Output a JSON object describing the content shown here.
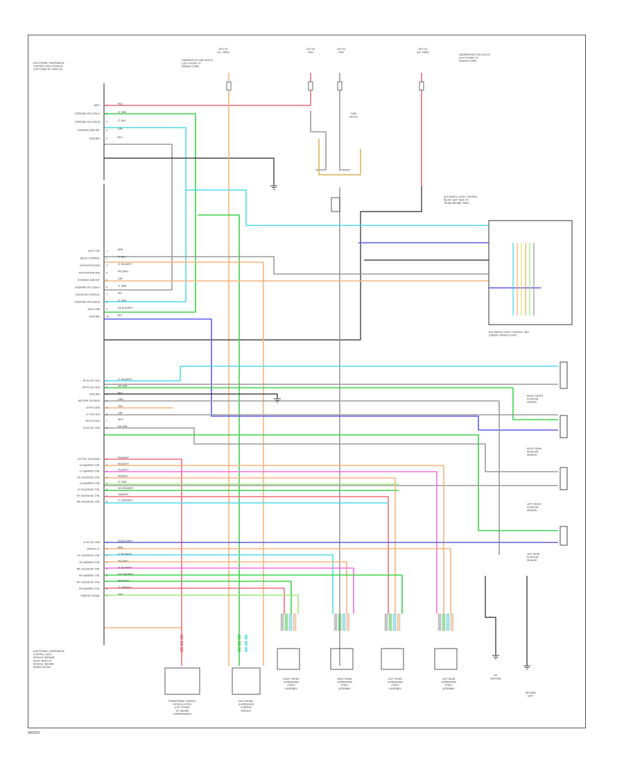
{
  "diagram": {
    "title_lines": [
      "ELECTRONIC SUSPENSION",
      "CONTROL (ESC) MODULE",
      "(LEFT REAR OF VEHICLE)"
    ],
    "module_bottom_label": [
      "ELECTRONIC SUSPENSION",
      "CONTROL (ESC)",
      "MODULE (BEHIND",
      "RIGHT REAR OF",
      "VEHICLE; BEHIND",
      "WHEELHOUSE)"
    ],
    "esc_top_pins": [
      {
        "label": "BATT",
        "wire": "RED"
      },
      {
        "label": "STEERING POS SEN A",
        "wire": "LT GRN"
      },
      {
        "label": "STEERING POS SEN B",
        "wire": "LT BLU"
      },
      {
        "label": "STEERING SEN REF",
        "wire": "GRY"
      },
      {
        "label": "GROUND",
        "wire": "BLK"
      }
    ],
    "esc_mid_pins": [
      {
        "label": "SLIP CTRL",
        "wire": "BRN"
      },
      {
        "label": "RELAY CONTROL",
        "wire": "LT BLU"
      },
      {
        "label": "LR POSITION SEN",
        "wire": "LT BLU/WHT"
      },
      {
        "label": "RR POSITION SEN",
        "wire": "PPL/WHT"
      },
      {
        "label": "STEERING SEN RET",
        "wire": "GRY"
      },
      {
        "label": "STEERING POS SEN A",
        "wire": "LT GRN"
      },
      {
        "label": "SOLENOID CONTROL",
        "wire": "PPL"
      },
      {
        "label": "STEERING POS SEN B",
        "wire": "LT GRN"
      },
      {
        "label": "DATA LINK",
        "wire": "DK BLU/WHT"
      },
      {
        "label": "GROUND",
        "wire": "BLK"
      }
    ],
    "esc_sensor_pins": [
      {
        "label": "RF ACCEL SEN",
        "wire": "LT BLU/WHT"
      },
      {
        "label": "RR ACCEL SEN",
        "wire": "DK GRN"
      },
      {
        "label": "GROUND",
        "wire": "BLK"
      },
      {
        "label": "BATTERY VOLTAGE",
        "wire": "ORN"
      },
      {
        "label": "LR POS SEN",
        "wire": "TAN"
      },
      {
        "label": "LF POS SEN",
        "wire": "GRY"
      },
      {
        "label": "RR POS SEN",
        "wire": "WHT"
      },
      {
        "label": "LR ACCEL SEN",
        "wire": "DK GRN"
      }
    ],
    "esc_damper_pins": [
      {
        "label": "LF/CTRL SOLENOID",
        "wire": "PNK/WHT"
      },
      {
        "label": "LR DAMPER CTRL",
        "wire": "RED/WHT"
      },
      {
        "label": "LF DAMPER CTRL",
        "wire": "YEL/WHT"
      },
      {
        "label": "LR SOLENOID CTRL",
        "wire": "PNK/BLK"
      },
      {
        "label": "LR DAMPER CTRL",
        "wire": "LT GRN"
      },
      {
        "label": "LF SOLENOID CTRL",
        "wire": "DK GRN/WHT"
      },
      {
        "label": "RF SOLENOID CTRL",
        "wire": "TAN/WHT"
      },
      {
        "label": "RR SOLENOID CTRL",
        "wire": "LT GRN/WHT"
      }
    ],
    "esc_bottom_pins": [
      {
        "label": "LF ACCEL SEN",
        "wire": "DK BLU/WHT"
      },
      {
        "label": "SWITCH LO",
        "wire": "BRN"
      },
      {
        "label": "LR SOLENOID CTRL",
        "wire": "LT BLU/WHT"
      },
      {
        "label": "RF DAMPER CTRL",
        "wire": "YEL/WHT"
      },
      {
        "label": "RR SOLENOID CTRL",
        "wire": "LT BLU/WHT"
      },
      {
        "label": "RR DAMPER CTRL",
        "wire": "DK GRN/WHT"
      },
      {
        "label": "RF SOLENOID CTRL",
        "wire": "RED/WHT"
      },
      {
        "label": "RR DAMPER CTRL",
        "wire": "LT GRN/BLK"
      },
      {
        "label": "SENSOR SIGNAL",
        "wire": "TAN"
      }
    ],
    "top_labels": [
      {
        "id": "fuse-a",
        "lines": [
          "HOT AT",
          "ALL TIMES"
        ]
      },
      {
        "id": "fuse-b",
        "lines": [
          "HOT IN",
          "RUN"
        ]
      },
      {
        "id": "fuse-c",
        "lines": [
          "HOT IN",
          "RUN"
        ]
      },
      {
        "id": "fuse-d",
        "lines": [
          "HOT AT",
          "ALL TIMES"
        ]
      },
      {
        "id": "underhood-a",
        "lines": [
          "UNDERHOOD FUSE BLOCK",
          "(LEFT FRONT OF",
          "ENGINE COMP)"
        ]
      },
      {
        "id": "underhood-b",
        "lines": [
          "UNDERHOOD FUSE BLOCK",
          "(LEFT FRONT OF",
          "ENGINE COMP)"
        ]
      },
      {
        "id": "fuse-c-mid",
        "lines": [
          "FUSE",
          "BLOCK"
        ]
      }
    ],
    "right_labels": [
      {
        "id": "alc-relay",
        "lines": [
          "AUTOMATIC LEVEL CONTROL",
          "RELAY (LEFT SIDE OF",
          "TRUNK BEHIND TRIM)"
        ]
      },
      {
        "id": "alc-unit",
        "lines": [
          "AUTOMATIC LEVEL CONTROL UNIT",
          "(UNDER TRUNK FLOOR)"
        ]
      },
      {
        "id": "rf-damper",
        "lines": [
          "RIGHT FRONT",
          "POSITION",
          "SENSOR"
        ]
      },
      {
        "id": "rr-damper",
        "lines": [
          "RIGHT REAR",
          "POSITION",
          "SENSOR"
        ]
      },
      {
        "id": "lf-damper",
        "lines": [
          "LEFT FRONT",
          "POSITION",
          "SENSOR"
        ]
      },
      {
        "id": "lr-damper",
        "lines": [
          "LEFT REAR",
          "POSITION",
          "SENSOR"
        ]
      }
    ],
    "bottom_labels": [
      {
        "id": "pcm",
        "lines": [
          "POWERTRAIN CONTROL",
          "MODULE (PCM)",
          "(LEFT FRONT",
          "OF ENGINE",
          "COMPARTMENT)"
        ]
      },
      {
        "id": "esc-b",
        "lines": [
          "ELECTRONIC",
          "SUSPENSION",
          "CONTROL",
          "MODULE"
        ]
      },
      {
        "id": "rf-strut",
        "lines": [
          "RIGHT FRONT",
          "SUSPENSION",
          "STRUT",
          "ASSEMBLY"
        ]
      },
      {
        "id": "rr-strut",
        "lines": [
          "RIGHT REAR",
          "SUSPENSION",
          "STRUT",
          "ASSEMBLY"
        ]
      },
      {
        "id": "lf-strut",
        "lines": [
          "LEFT FRONT",
          "SUSPENSION",
          "STRUT",
          "ASSEMBLY"
        ]
      },
      {
        "id": "lr-strut",
        "lines": [
          "LEFT REAR",
          "SUSPENSION",
          "STRUT",
          "ASSEMBLY"
        ]
      },
      {
        "id": "rh-ground",
        "lines": [
          "RH",
          "GROUND"
        ]
      },
      {
        "id": "ground-dist",
        "lines": [
          "GROUND",
          "DIST"
        ]
      }
    ],
    "footer_code": "W0003"
  },
  "wire_colors": {
    "red": "#f06a7a",
    "green": "#3bd24a",
    "cyan": "#4fd8ec",
    "blue": "#5a5ae6",
    "orange": "#f7b27a",
    "pink": "#ee6fe0",
    "tan": "#d9b25a",
    "gray": "#9a9a9a",
    "black": "#222222",
    "yellow": "#e8e060",
    "lightgreen": "#9fe77b"
  }
}
